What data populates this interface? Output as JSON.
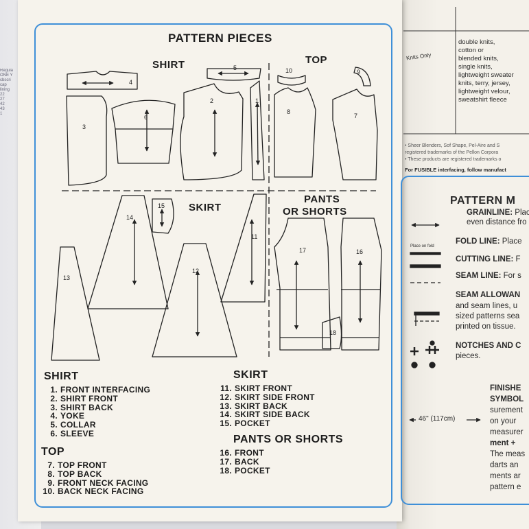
{
  "title": "PATTERN PIECES",
  "sections": {
    "shirt": "SHIRT",
    "top": "TOP",
    "skirt": "SKIRT",
    "pants_l1": "PANTS",
    "pants_l2": "OR SHORTS"
  },
  "piece_numbers": {
    "p1": "1",
    "p2": "2",
    "p3": "3",
    "p4": "4",
    "p5": "5",
    "p6": "6",
    "p7": "7",
    "p8": "8",
    "p9": "9",
    "p10": "10",
    "p11": "11",
    "p12": "12",
    "p13": "13",
    "p14": "14",
    "p15": "15",
    "p16": "16",
    "p17": "17",
    "p18": "18"
  },
  "legend": {
    "shirt": {
      "heading": "SHIRT",
      "items": [
        {
          "n": "1.",
          "t": "FRONT INTERFACING"
        },
        {
          "n": "2.",
          "t": "SHIRT FRONT"
        },
        {
          "n": "3.",
          "t": "SHIRT BACK"
        },
        {
          "n": "4.",
          "t": "YOKE"
        },
        {
          "n": "5.",
          "t": "COLLAR"
        },
        {
          "n": "6.",
          "t": "SLEEVE"
        }
      ]
    },
    "top": {
      "heading": "TOP",
      "items": [
        {
          "n": "7.",
          "t": "TOP FRONT"
        },
        {
          "n": "8.",
          "t": "TOP BACK"
        },
        {
          "n": "9.",
          "t": "FRONT NECK FACING"
        },
        {
          "n": "10.",
          "t": "BACK NECK FACING"
        }
      ]
    },
    "skirt": {
      "heading": "SKIRT",
      "items": [
        {
          "n": "11.",
          "t": "SKIRT FRONT"
        },
        {
          "n": "12.",
          "t": "SKIRT SIDE FRONT"
        },
        {
          "n": "13.",
          "t": "SKIRT BACK"
        },
        {
          "n": "14.",
          "t": "SKIRT SIDE BACK"
        },
        {
          "n": "15.",
          "t": "POCKET"
        }
      ]
    },
    "pants": {
      "heading": "PANTS OR SHORTS",
      "items": [
        {
          "n": "16.",
          "t": "FRONT"
        },
        {
          "n": "17.",
          "t": "BACK"
        },
        {
          "n": "18.",
          "t": "POCKET"
        }
      ]
    }
  },
  "right_page": {
    "knits_only": "Knits Only",
    "fabrics": [
      "double knits,",
      "cotton or",
      "blended knits,",
      "single knits,",
      "lightweight sweater",
      "knits, terry, jersey,",
      "lightweight velour,",
      "sweatshirt fleece"
    ],
    "notes": [
      "• Sheer Blenders, Sof Shape, Pel-Aire and S",
      "registered trademarks of the Pellon Corpora",
      "• These products are registered trademarks o"
    ],
    "fusible": "For FUSIBLE interfacing, follow manufact",
    "markings_title": "PATTERN M",
    "grainline_label": "GRAINLINE:",
    "grainline_text": "Place",
    "grainline_text2": "even distance fro",
    "place_on_fold": "Place on fold",
    "fold_label": "FOLD LINE:",
    "fold_text": "Place",
    "cutting_label": "CUTTING LINE:",
    "cutting_text": "F",
    "seam_label": "SEAM LINE:",
    "seam_text": "For s",
    "allow_label": "SEAM ALLOWAN",
    "allow_l2": "and seam lines, u",
    "allow_l3": "sized patterns sea",
    "allow_l4": "printed on tissue.",
    "notch_label": "NOTCHES AND C",
    "notch_l2": "pieces.",
    "finished_l1": "FINISHE",
    "finished_l2": "SYMBOL",
    "finished_l3": "surement",
    "finished_l4": "on your",
    "finished_l5": "measurer",
    "finished_l6": "ment +",
    "finished_l7": "The meas",
    "finished_l8": "darts an",
    "finished_l9": "ments ar",
    "finished_l10": "pattern e",
    "measure": "46\" (117cm)"
  },
  "left_scrap": [
    "Regula",
    "ONE Y",
    "cbscri",
    "cap",
    "lining",
    "",
    "22",
    "27",
    "42",
    "43",
    "1"
  ]
}
